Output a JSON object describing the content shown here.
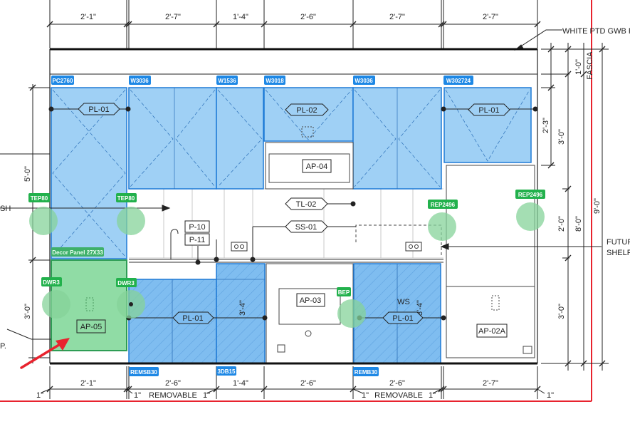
{
  "colors": {
    "upper_fill": "#9fd0f5",
    "upper_stroke": "#1f7ad6",
    "lower_fill": "#7fbdf0",
    "tag_fill": "#1e88e5",
    "outlet_fill": "#86d39a",
    "outlet_tag": "#22b14c",
    "selected_fill": "#90dca5",
    "selected_tag": "#3fb06a",
    "red": "#e8232e",
    "line": "#222222"
  },
  "dims": {
    "top": [
      "2'-1\"",
      "2'-7\"",
      "1'-4\"",
      "2'-6\"",
      "2'-7\"",
      "2'-7\""
    ],
    "bottom": [
      "2'-1\"",
      "2'-6\"",
      "1'-4\"",
      "2'-6\"",
      "2'-6\"",
      "2'-7\""
    ],
    "one_inch": "1\"",
    "removable": "REMOVABLE",
    "right_inner": [
      "1'-0\"",
      "2'-3\"",
      "3'-0\"",
      "2'-0\"",
      "3'-0\""
    ],
    "right_outer": [
      "8'-0\"",
      "9'-0\""
    ],
    "left": [
      "5'-0\"",
      "3'-0\""
    ],
    "cab_3_4": "3'-4\""
  },
  "callouts": {
    "gwb": "WHITE PTD GWB F",
    "fascia": "FASCIA",
    "shelf_1": "FUTUR",
    "shelf_2": "SHELF",
    "left_sh": "SH",
    "left_p": "P."
  },
  "cabinet_tags": [
    "PC2760",
    "W3036",
    "W1536",
    "W3018",
    "W3036",
    "W302724",
    "REMSB30",
    "3DB15",
    "REMB30"
  ],
  "selected_tag": "Decor Panel 27X33",
  "outlet_tags": [
    "TEP80",
    "TEP80",
    "REP2496",
    "REP2496",
    "DWR3",
    "DWR3",
    "BEP"
  ],
  "hex_labels": [
    "PL-01",
    "PL-02",
    "PL-01",
    "PL-01",
    "PL-01",
    "TL-02",
    "SS-01"
  ],
  "box_labels": [
    "AP-04",
    "AP-03",
    "AP-05",
    "AP-02A",
    "P-10",
    "P-11"
  ],
  "sink_label": "WS"
}
